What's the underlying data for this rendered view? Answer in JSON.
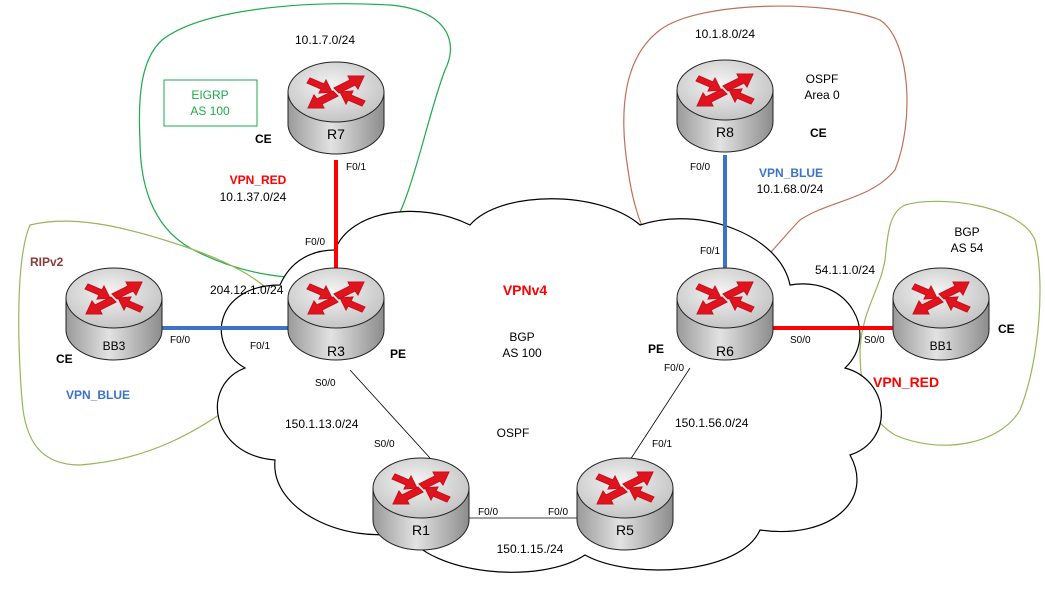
{
  "colors": {
    "red_link": "#ff0000",
    "blue_link": "#3b74c6",
    "eigrp_border": "#1faa4a",
    "ospf_border": "#c0705a",
    "rip_bgp_border": "#94b75a",
    "router_body": "#c8c8c8",
    "arrow_red": "#e0141e"
  },
  "icons": {
    "router": "router-icon"
  },
  "routers": {
    "R7": {
      "name": "R7",
      "role": "CE"
    },
    "R8": {
      "name": "R8",
      "role": "CE"
    },
    "R3": {
      "name": "R3",
      "role": "PE"
    },
    "R6": {
      "name": "R6",
      "role": "PE"
    },
    "BB3": {
      "name": "BB3",
      "role": "CE"
    },
    "BB1": {
      "name": "BB1",
      "role": "CE"
    },
    "R1": {
      "name": "R1"
    },
    "R5": {
      "name": "R5"
    }
  },
  "core": {
    "vpnv4": "VPNv4",
    "bgp": "BGP",
    "as": "AS 100",
    "ospf": "OSPF"
  },
  "eigrp_box": {
    "line1": "EIGRP",
    "line2": "AS 100"
  },
  "ospf_area": {
    "line1": "OSPF",
    "line2": "Area 0"
  },
  "bgp_as54": {
    "line1": "BGP",
    "line2": "AS 54"
  },
  "rip_label": "RIPv2",
  "networks": {
    "r7_lan": "10.1.7.0/24",
    "r8_lan": "10.1.8.0/24",
    "r3_r7": "10.1.37.0/24",
    "r6_r8": "10.1.68.0/24",
    "r3_bb3": "204.12.1.0/24",
    "r6_bb1": "54.1.1.0/24",
    "r1_r3": "150.1.13.0/24",
    "r5_r6": "150.1.56.0/24",
    "r1_r5": "150.1.15./24"
  },
  "vpn_labels": {
    "red_r7": "VPN_RED",
    "blue_r8": "VPN_BLUE",
    "blue_bb3": "VPN_BLUE",
    "red_bb1": "VPN_RED"
  },
  "interfaces": {
    "r7_f01": "F0/1",
    "r3_f00": "F0/0",
    "r3_f01": "F0/1",
    "r3_s00": "S0/0",
    "bb3_f00": "F0/0",
    "r8_f00": "F0/0",
    "r6_f01": "F0/1",
    "r6_f00": "F0/0",
    "r6_s00": "S0/0",
    "bb1_s00": "S0/0",
    "r1_s00": "S0/0",
    "r1_f00": "F0/0",
    "r5_f00": "F0/0",
    "r5_f01": "F0/1"
  }
}
